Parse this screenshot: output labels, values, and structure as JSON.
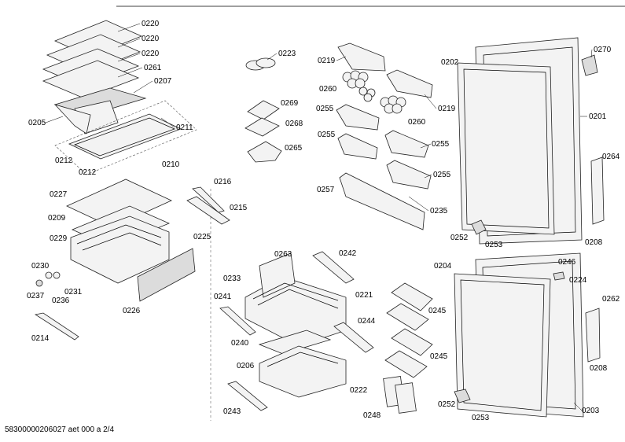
{
  "footer": "58300000206027 aet 000 a 2/4",
  "labels": [
    "0220",
    "0220",
    "0220",
    "0261",
    "0207",
    "0205",
    "0211",
    "0212",
    "0212",
    "0210",
    "0223",
    "0269",
    "0268",
    "0265",
    "0219",
    "0260",
    "0219",
    "0260",
    "0255",
    "0255",
    "0255",
    "0255",
    "0257",
    "0235",
    "0216",
    "0215",
    "0227",
    "0209",
    "0229",
    "0225",
    "0230",
    "0237",
    "0231",
    "0236",
    "0226",
    "0214",
    "0270",
    "0202",
    "0201",
    "0264",
    "0252",
    "0253",
    "0208",
    "0263",
    "0242",
    "0233",
    "0221",
    "0241",
    "0245",
    "0244",
    "0240",
    "0245",
    "0206",
    "0222",
    "0243",
    "0248",
    "0204",
    "0246",
    "0224",
    "0262",
    "0208",
    "0252",
    "0253",
    "0203"
  ]
}
